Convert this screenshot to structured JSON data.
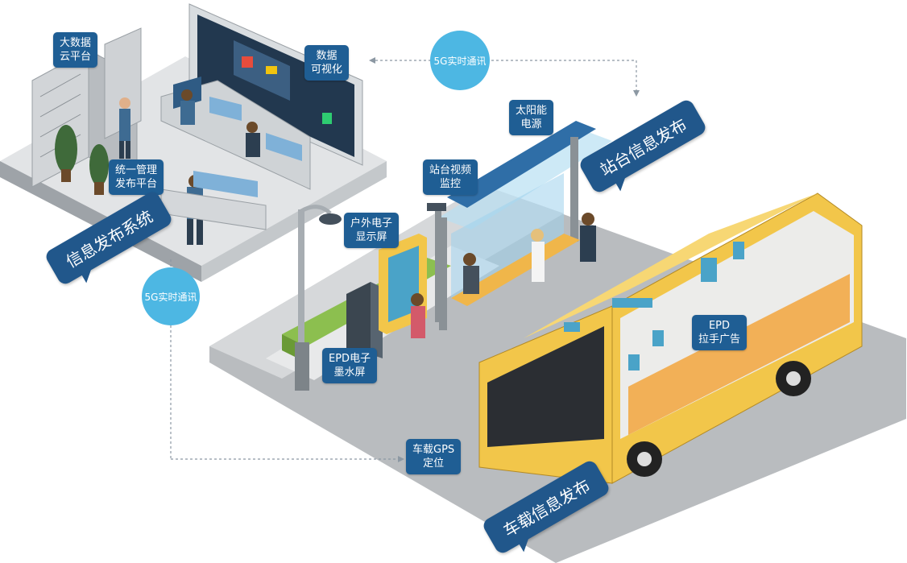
{
  "labels": {
    "big_data": [
      "大数据",
      "云平台"
    ],
    "visualization": [
      "数据",
      "可视化"
    ],
    "unified_mgmt": [
      "统一管理",
      "发布平台"
    ],
    "solar": [
      "太阳能",
      "电源"
    ],
    "station_video": [
      "站台视频",
      "监控"
    ],
    "outdoor_screen": [
      "户外电子",
      "显示屏"
    ],
    "epd_ink": [
      "EPD电子",
      "墨水屏"
    ],
    "epd_handle": [
      "EPD",
      "拉手广告"
    ],
    "vehicle_gps": [
      "车载GPS",
      "定位"
    ]
  },
  "bubbles": {
    "top": "5G实时通讯",
    "left": "5G实时通讯"
  },
  "banners": {
    "info_system": "信息发布系统",
    "station_info": "站台信息发布",
    "vehicle_info": "车载信息发布"
  },
  "colors": {
    "tag_blue": "#1f5e94",
    "bubble_blue": "#4db7e3",
    "banner_blue": "#21578b",
    "bus_yellow": "#f2c64a",
    "ground_grey": "#b9bcbf"
  }
}
